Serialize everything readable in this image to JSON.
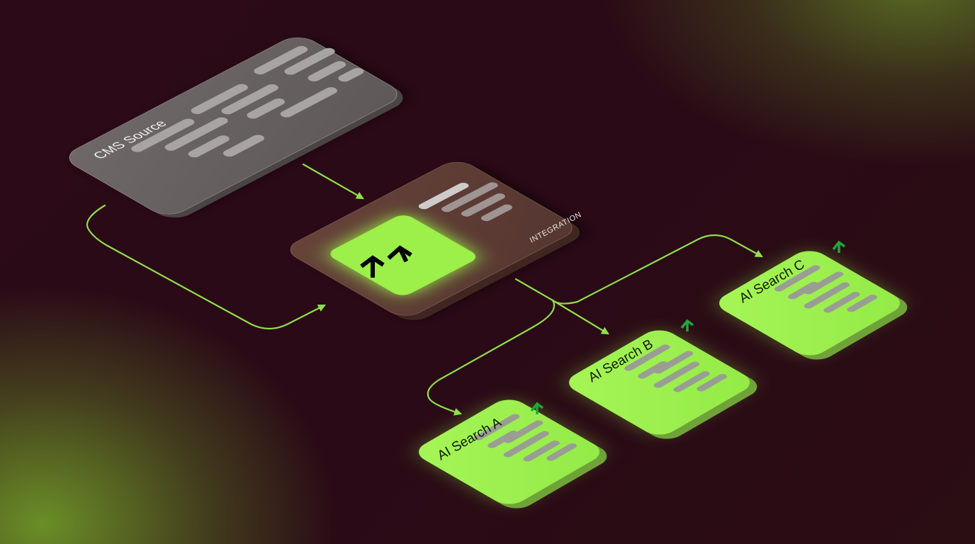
{
  "diagram": {
    "title": "CMS to AI Search integration flow",
    "colors": {
      "background": "#2a0b17",
      "accent_green": "#9cf04a",
      "arrow_green": "#1fa83a",
      "cms_card": "#6b6464",
      "integration_card": "#5a3a33",
      "placeholder_bar": "#9a9a9a",
      "connector": "#8fe04a"
    },
    "nodes": {
      "cms": {
        "label": "CMS Source",
        "icon": "text-lines"
      },
      "integration": {
        "label": "INTEGRATION",
        "icon": "double-up-arrow-icon"
      },
      "search_a": {
        "label": "AI Search A",
        "icon": "arrow-up-icon"
      },
      "search_b": {
        "label": "AI Search B",
        "icon": "arrow-up-icon"
      },
      "search_c": {
        "label": "AI Search C",
        "icon": "arrow-up-icon"
      }
    },
    "edges": [
      {
        "from": "CMS Source",
        "to": "INTEGRATION",
        "kind": "direct"
      },
      {
        "from": "CMS Source",
        "to": "INTEGRATION",
        "kind": "loop-below"
      },
      {
        "from": "INTEGRATION",
        "to": "AI Search A"
      },
      {
        "from": "INTEGRATION",
        "to": "AI Search B"
      },
      {
        "from": "INTEGRATION",
        "to": "AI Search C"
      }
    ]
  }
}
